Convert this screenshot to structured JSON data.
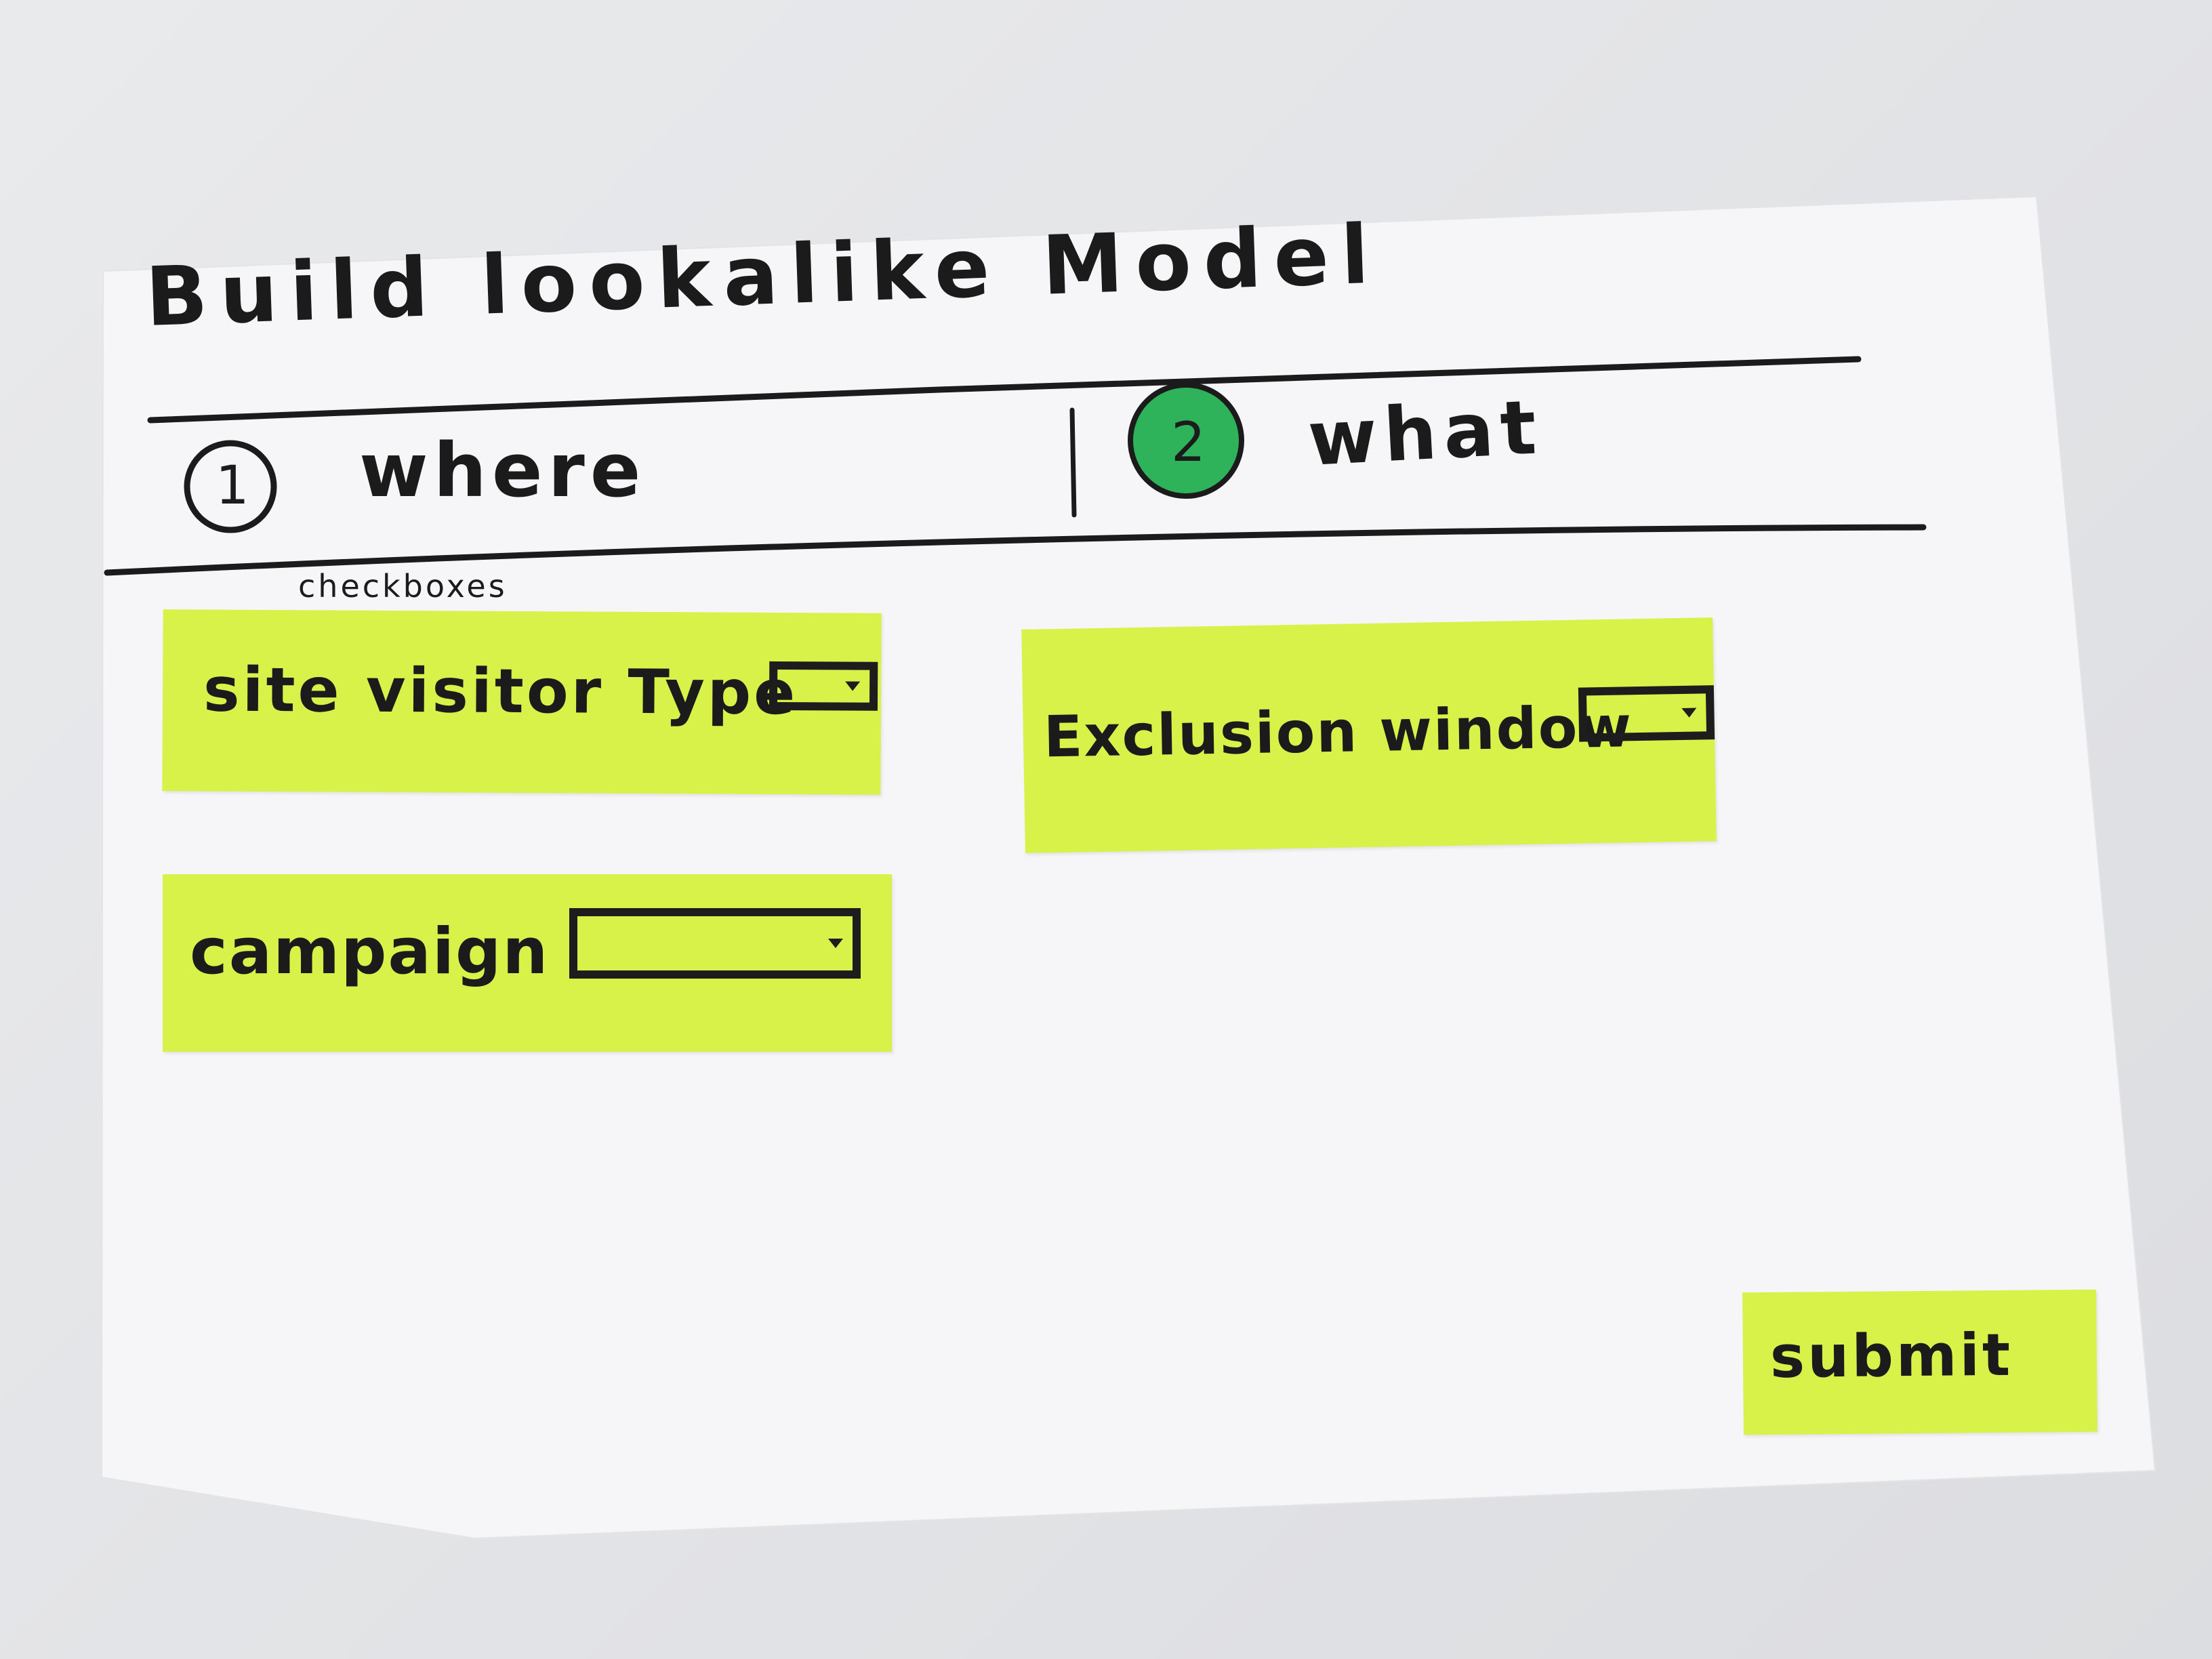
{
  "title": "Build lookalike Model",
  "steps": [
    {
      "number": "1",
      "label": "where"
    },
    {
      "number": "2",
      "label": "what"
    }
  ],
  "annotation": "checkboxes",
  "fields": {
    "site_visitor_type": {
      "label": "site visitor Type"
    },
    "campaign": {
      "label": "campaign"
    },
    "exclusion_window": {
      "label": "Exclusion window"
    }
  },
  "submit_label": "submit",
  "colors": {
    "sticky_note": "#d9f24a",
    "active_step": "#2fb35a",
    "ink": "#1b1b1b",
    "paper": "#f6f6f8"
  }
}
